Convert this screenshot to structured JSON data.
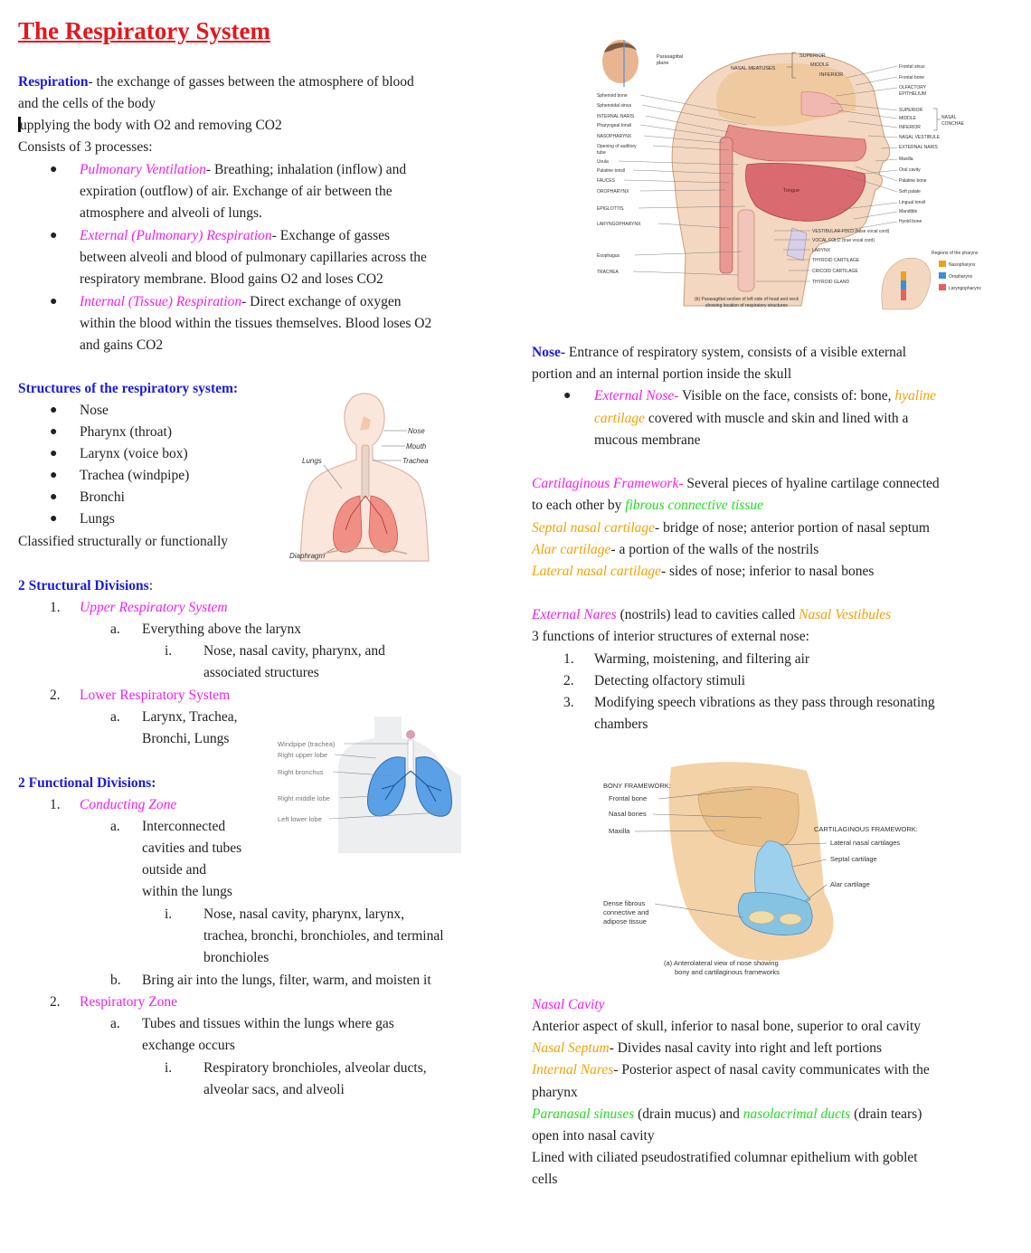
{
  "title": "The Respiratory System",
  "left": {
    "respiration_term": "Respiration",
    "respiration_def_1": "- the exchange of gasses between the atmosphere of blood",
    "respiration_def_2": "and the cells of the body",
    "supplying": "upplying the body with O2 and removing CO2",
    "consists": "Consists of 3 processes:",
    "processes": [
      {
        "term": "Pulmonary Ventilation",
        "l1": "- Breathing; inhalation (inflow)  and",
        "l2": "expiration (outflow) of air. Exchange of air between the",
        "l3": "atmosphere and alveoli of lungs."
      },
      {
        "term": "External (Pulmonary) Respiration",
        "l1": "- Exchange of gasses",
        "l2": "between alveoli and blood of pulmonary capillaries across the",
        "l3": "respiratory membrane. Blood gains O2 and loses CO2"
      },
      {
        "term": "Internal (Tissue) Respiration",
        "l1": "- Direct exchange of oxygen",
        "l2": "within the blood within the tissues themselves. Blood loses O2",
        "l3": "and gains CO2"
      }
    ],
    "structures_heading": "Structures of the respiratory system:",
    "structures": [
      "Nose",
      "Pharynx (throat)",
      "Larynx (voice box)",
      "Trachea (windpipe)",
      "Bronchi",
      "Lungs"
    ],
    "classified": "Classified structurally or functionally",
    "structural_heading": "2 Structural Divisions",
    "structural_colon": ":",
    "upper": "Upper Respiratory System",
    "upper_a": "Everything above the larynx",
    "upper_i_1": "Nose, nasal cavity, pharynx, and",
    "upper_i_2": "associated structures",
    "lower": "Lower Respiratory System",
    "lower_a_1": "Larynx, Trachea,",
    "lower_a_2": "Bronchi, Lungs",
    "functional_heading": "2 Functional Divisions:",
    "conducting": "Conducting Zone",
    "cond_a": [
      "Interconnected",
      "cavities and tubes",
      "outside and",
      "within the lungs"
    ],
    "cond_i": [
      "Nose, nasal cavity, pharynx, larynx,",
      "trachea, bronchi, bronchioles, and terminal",
      "bronchioles"
    ],
    "cond_b": "Bring air into the lungs, filter, warm, and moisten it",
    "respiratory_zone": "Respiratory Zone",
    "resp_a": [
      "Tubes and tissues within the lungs where gas",
      "exchange occurs"
    ],
    "resp_i": [
      "Respiratory bronchioles, alveolar ducts,",
      "alveolar sacs, and alveoli"
    ],
    "markers": {
      "bullet": "●",
      "n1": "1.",
      "n2": "2.",
      "a": "a.",
      "b": "b.",
      "i": "i."
    }
  },
  "right": {
    "nose_term": "Nose-",
    "nose_def_1": " Entrance of respiratory system, consists of a visible external",
    "nose_def_2": "portion and an internal portion inside the skull",
    "ext_nose_term": "External Nose-",
    "ext_nose_1": " Visible on the face, consists of: bone, ",
    "ext_nose_hyaline": "hyaline",
    "ext_nose_cartilage": "cartilage",
    "ext_nose_2": " covered with muscle and skin and lined with a",
    "ext_nose_3": "mucous membrane",
    "cart_term": "Cartilaginous Framework-",
    "cart_1": " Several pieces of hyaline cartilage connected",
    "cart_2": "to each other by ",
    "cart_fibrous": "fibrous connective tissue",
    "septal_term": "Septal nasal cartilage",
    "septal_def": "- bridge of nose; anterior portion of nasal septum",
    "alar_term": "Alar cartilage",
    "alar_def": "- a portion of the walls of the nostrils",
    "lateral_term": "Lateral nasal cartilage",
    "lateral_def": "- sides of nose; inferior to nasal bones",
    "ext_nares": "External Nares",
    "nares_mid": " (nostrils) lead to cavities called ",
    "nasal_vestibules": "Nasal Vestibules",
    "three_functions": "3 functions of interior structures of external nose:",
    "functions": [
      "Warming, moistening, and filtering air",
      "Detecting olfactory stimuli",
      "Modifying speech vibrations as they pass through resonating",
      "chambers"
    ],
    "fn_nums": [
      "1.",
      "2.",
      "3."
    ],
    "nasal_cavity": "Nasal Cavity",
    "nc_1": "Anterior aspect of skull, inferior to nasal bone, superior to oral cavity",
    "septum_term": "Nasal Septum",
    "septum_def": "- Divides nasal cavity into right and left portions",
    "internal_term": "Internal Nares",
    "internal_def": "- Posterior aspect of nasal cavity communicates with the",
    "pharynx": "pharynx",
    "paranasal": "Paranasal sinuses",
    "drain_mucus": " (drain mucus) and ",
    "nasolacrimal": "nasolacrimal ducts",
    "drain_tears": " (drain tears)",
    "open_into": "open into nasal cavity",
    "lined_1": "Lined with ciliated pseudostratified columnar epithelium with goblet",
    "lined_2": "cells"
  },
  "figures": {
    "torso": {
      "nose": "Nose",
      "mouth": "Mouth",
      "trachea": "Trachea",
      "lungs": "Lungs",
      "diaphragm": "Diaphragm"
    },
    "lungs": {
      "windpipe": "Windpipe (trachea)",
      "right_upper": "Right upper lobe",
      "right_bronchus": "Right bronchus",
      "right_middle": "Right middle lobe",
      "left_lower": "Left lower lobe"
    },
    "head": {
      "parasagittal": "Parasagittal",
      "plane": "plane",
      "left_labels": [
        "Sphenoid bone",
        "Sphenoidal sinus",
        "INTERNAL NARIS",
        "Pharyngeal tonsil",
        "NASOPHARYNX",
        "Opening of auditory",
        "tube",
        "Uvula",
        "Palatine tonsil",
        "FAUCES",
        "OROPHARYNX",
        "EPIGLOTTIS",
        "LARYNGOPHARYNX",
        "Esophagus",
        "TRACHEA"
      ],
      "nasal_meatuses": "NASAL MEATUSES",
      "meatus": [
        "SUPERIOR",
        "MIDDLE",
        "INFERIOR"
      ],
      "right_labels": [
        "Frontal sinus",
        "Frontal bone",
        "OLFACTORY",
        "EPITHELIUM",
        "SUPERIOR",
        "MIDDLE",
        "INFERIOR",
        "NASAL VESTIBULE",
        "EXTERNAL NARIS",
        "Maxilla",
        "Oral cavity",
        "Palatine bone",
        "Soft palate",
        "Lingual tonsil",
        "Mandible",
        "Hyoid bone"
      ],
      "nasal_conchae": [
        "NASAL",
        "CONCHAE"
      ],
      "tongue": "Tongue",
      "bottom_labels": [
        "VESTIBULAR FOLD (false vocal cord)",
        "VOCAL FOLD (true vocal cord)",
        "LARYNX",
        "THYROID CARTILAGE",
        "CRICOID CARTILAGE",
        "THYROID GLAND"
      ],
      "regions_title": "Regions of the pharynx",
      "regions": [
        {
          "label": "Nasopharynx",
          "color": "#f0a020"
        },
        {
          "label": "Oropharynx",
          "color": "#3a8ee0"
        },
        {
          "label": "Laryngopharynx",
          "color": "#e86060"
        }
      ],
      "caption": [
        "(b) Parasagittal section of left side of head and neck",
        "showing location of respiratory structures"
      ]
    },
    "nose_fig": {
      "bony": "BONY FRAMEWORK:",
      "frontal": "Frontal bone",
      "nasal": "Nasal bones",
      "maxilla": "Maxilla",
      "cart": "CARTILAGINOUS FRAMEWORK:",
      "lateral": "Lateral nasal cartilages",
      "septal": "Septal cartilage",
      "alar": "Alar cartilage",
      "dense": [
        "Dense fibrous",
        "connective and",
        "adipose tissue"
      ],
      "caption": [
        "(a) Anterolateral view of nose showing",
        "bony and cartilaginous frameworks"
      ]
    }
  }
}
